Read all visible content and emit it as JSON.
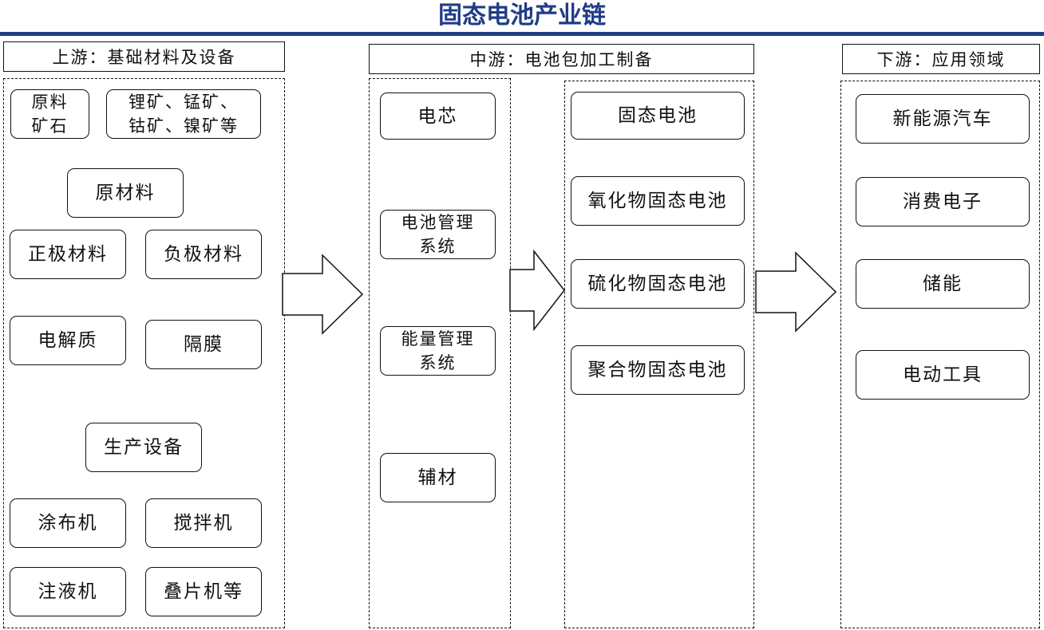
{
  "title": "固态电池产业链",
  "upstream": {
    "header": "上游：基础材料及设备",
    "ore_label": "原料\n矿石",
    "ores": "锂矿、锰矿、\n钴矿、镍矿等",
    "raw_materials": "原材料",
    "cathode": "正极材料",
    "anode": "负极材料",
    "electrolyte": "电解质",
    "separator": "隔膜",
    "equipment": "生产设备",
    "coater": "涂布机",
    "mixer": "搅拌机",
    "filler": "注液机",
    "stacker": "叠片机等"
  },
  "midstream": {
    "header": "中游：电池包加工制备",
    "components": [
      "电芯",
      "电池管理\n系统",
      "能量管理\n系统",
      "辅材"
    ],
    "batteries": [
      "固态电池",
      "氧化物固态电池",
      "硫化物固态电池",
      "聚合物固态电池"
    ]
  },
  "downstream": {
    "header": "下游：应用领域",
    "apps": [
      "新能源汽车",
      "消费电子",
      "储能",
      "电动工具"
    ]
  }
}
